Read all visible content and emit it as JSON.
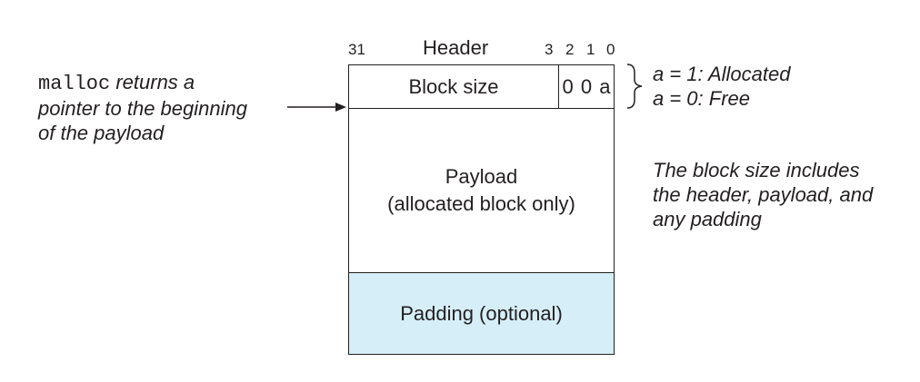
{
  "header": {
    "title": "Header",
    "bit_31": "31",
    "bit_3": "3",
    "bit_2": "2",
    "bit_1": "1",
    "bit_0": "0"
  },
  "block": {
    "size_label": "Block size",
    "flags": "0 0 a",
    "payload_line1": "Payload",
    "payload_line2": "(allocated block only)",
    "padding": "Padding (optional)"
  },
  "left_note": {
    "code": "malloc",
    "line1_rest": " returns a",
    "line2": "pointer to the beginning",
    "line3": "of the payload"
  },
  "alloc_legend": {
    "line1": "a = 1: Allocated",
    "line2": "a = 0: Free"
  },
  "size_note": {
    "line1": "The block size includes",
    "line2": "the header, payload, and",
    "line3": "any padding"
  },
  "colors": {
    "ink": "#231f20",
    "padding_fill": "#d6eef8"
  }
}
